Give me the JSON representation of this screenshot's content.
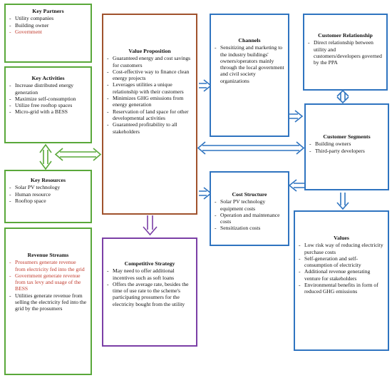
{
  "key_partners": {
    "title": "Key Partners",
    "items": [
      "Utility companies",
      "Building owner",
      "Government"
    ]
  },
  "key_activities": {
    "title": "Key Activities",
    "items": [
      "Increase distributed energy generation",
      "Maximize self-consumption",
      "Utilize free rooftop spaces",
      "Micro-grid with a BESS"
    ]
  },
  "key_resources": {
    "title": "Key Resources",
    "items": [
      "Solar PV technology",
      "Human resource",
      "Rooftop space"
    ]
  },
  "revenue_streams": {
    "title": "Revenue Streams",
    "items": [
      "Prosumers generate revenue from electricity fed into the grid",
      "Government generate revenue from tax levy and usage of the BESS",
      "Utilities generate revenue from selling the electricity fed into the grid by the prosumers"
    ]
  },
  "value_proposition": {
    "title": "Value Proposition",
    "items": [
      "Guaranteed energy and cost savings for customers",
      "Cost-effective way to finance clean energy projects",
      "Leverages utilities a unique relationship with their customers",
      "Minimizes GHG emissions from energy generation",
      "Reservation of land space for other developmental activities",
      "Guaranteed profitability to all stakeholders"
    ]
  },
  "competitive_strategy": {
    "title": "Competitive Strategy",
    "items": [
      "May need to offer additional incentives such as soft loans",
      "Offers the average rate, besides the time of use rate to the scheme's participating prosumers for the electricity bought from the utility"
    ]
  },
  "channels": {
    "title": "Channels",
    "items": [
      "Sensitizing and marketing to the industry buildings' owners/operators mainly through the local government and civil society organizations"
    ]
  },
  "cost_structure": {
    "title": "Cost Structure",
    "items": [
      "Solar PV technology equipment costs",
      "Operation and maintenance costs",
      "Sensitization costs"
    ]
  },
  "customer_relationship": {
    "title": "Customer Relationship",
    "items": [
      "Direct relationship between utility and customers/developers governed by the PPA"
    ]
  },
  "customer_segments": {
    "title": "Customer Segments",
    "items": [
      "Building owners",
      "Third-party developers"
    ]
  },
  "values": {
    "title": "Values",
    "items": [
      "Low risk way of reducing electricity purchase costs",
      "Self-generation and self-consumption of electricity",
      "Additional revenue generating venture for stakeholders",
      "Environmental benefits in form of reduced GHG emissions"
    ]
  },
  "colors": {
    "green": "#5aa83a",
    "red": "#a0522d",
    "purple": "#7b3fa6",
    "blue": "#2f74c0",
    "highlight_text": "#c0392b"
  }
}
